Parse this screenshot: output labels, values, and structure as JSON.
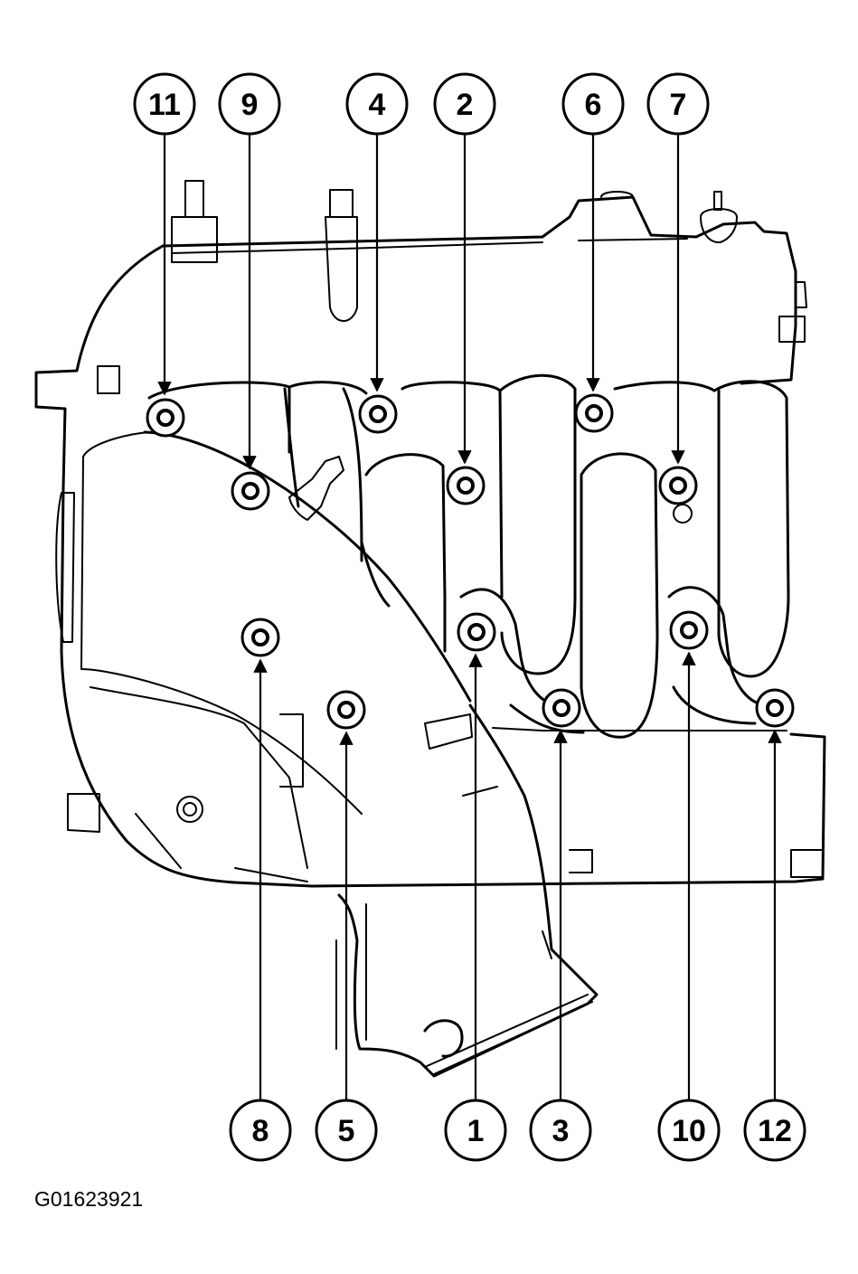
{
  "figure_id": "G01623921",
  "callouts": [
    {
      "label": "11"
    },
    {
      "label": "9"
    },
    {
      "label": "4"
    },
    {
      "label": "2"
    },
    {
      "label": "6"
    },
    {
      "label": "7"
    },
    {
      "label": "8"
    },
    {
      "label": "5"
    },
    {
      "label": "1"
    },
    {
      "label": "3"
    },
    {
      "label": "10"
    },
    {
      "label": "12"
    }
  ]
}
